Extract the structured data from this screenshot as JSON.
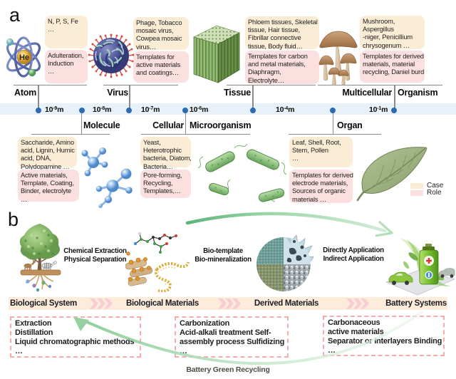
{
  "panel_a": {
    "label": "a",
    "atom_symbol": "He",
    "groups": [
      {
        "name_parts": [
          "Atom"
        ],
        "case_lines": [
          "N, P, S, Fe",
          "…"
        ],
        "role_lines": [
          "Adulteration,",
          "Induction",
          "…"
        ],
        "icon": "helium-atom"
      },
      {
        "name_parts": [
          "Virus"
        ],
        "case_lines": [
          "Phage, Tobacco",
          "mosaic virus,",
          "Cowpea mosaic",
          "virus…"
        ],
        "role_lines": [
          "Templates for",
          "active materials",
          "and coatings…"
        ],
        "icon": "virus-sphere"
      },
      {
        "name_parts": [
          "Tissue"
        ],
        "case_lines": [
          "Phloem tissues, Skeletal",
          "tissue, Hair tissue,",
          "Fibrillar connective",
          "tissue, Body fluid…"
        ],
        "role_lines": [
          "Templates for carbon",
          "and metal materials,",
          "Diaphragm,",
          "Electrolyte…"
        ],
        "icon": "porous-tissue-block"
      },
      {
        "name_parts": [
          "Multicellular",
          "Organism"
        ],
        "case_lines": [
          "Mushroom,",
          "Aspergillus",
          "-niger, Penicillium",
          "chrysogenum …"
        ],
        "role_lines": [
          "Templates for derived",
          "materials, material",
          "recycling, Daniel burd"
        ],
        "icon": "mushrooms"
      },
      {
        "name_parts": [
          "Molecule"
        ],
        "case_lines": [
          "Saccharide, Amino",
          "acid, Lignin, Humic",
          "acid, DNA,",
          "Polydopamine …"
        ],
        "role_lines": [
          "Active materials,",
          "Template, Coating,",
          "Binder, electrolyte",
          "…"
        ],
        "icon": "ball-stick-molecule"
      },
      {
        "name_parts": [
          "Cellular",
          "Microorganism"
        ],
        "case_lines": [
          "Yeast,",
          "Heterotrophic",
          "bacteria, Diatom,",
          "Bacteria…"
        ],
        "role_lines": [
          "Pore-forming,",
          "Recycling,",
          "Templates,…"
        ],
        "icon": "bacteria"
      },
      {
        "name_parts": [
          "Organ"
        ],
        "case_lines": [
          "Leaf, Shell, Root,",
          "Stem, Pollen",
          "…"
        ],
        "role_lines": [
          "Templates for derived",
          "electrode materials,",
          "Sources of organic",
          "materials …"
        ],
        "icon": "leaf"
      }
    ],
    "scale_labels": [
      {
        "base": "10",
        "exp": "-9",
        "unit": "m"
      },
      {
        "base": "10",
        "exp": "-8",
        "unit": "m"
      },
      {
        "base": "10",
        "exp": "-7",
        "unit": "m"
      },
      {
        "base": "10",
        "exp": "-6",
        "unit": "m"
      },
      {
        "base": "10",
        "exp": "-4",
        "unit": "m"
      },
      {
        "base": "10",
        "exp": "-1",
        "unit": "m"
      }
    ],
    "legend": {
      "case_label": "Case",
      "role_label": "Role",
      "case_color": "#fbecd5",
      "role_color": "#fcdfdf"
    }
  },
  "panel_b": {
    "label": "b",
    "stages": [
      "Biological System",
      "Biological Materials",
      "Derived Materials",
      "Battery Systems"
    ],
    "processes": [
      {
        "lines": [
          "Chemical Extraction",
          "Physical Separation"
        ]
      },
      {
        "lines": [
          "Bio-template",
          "Bio-mineralization"
        ]
      },
      {
        "lines": [
          "Directly Application",
          "Indirect Application"
        ]
      }
    ],
    "detail_boxes": [
      {
        "lines": [
          "Extraction",
          "Distillation",
          "Liquid chromatographic methods",
          "…"
        ]
      },
      {
        "lines": [
          "Carbonization",
          "Acid-alkali treatment Self-",
          "assembly process Sulfidizing",
          "…"
        ]
      },
      {
        "lines": [
          "Carbonaceous",
          "active materials",
          "Separator or interlayers Binding",
          "…"
        ]
      }
    ],
    "recycle_label": "Battery Green Recycling",
    "illustrations": [
      "biological-system-tree",
      "biological-materials-molecules",
      "derived-materials-sphere",
      "battery-systems-scene"
    ]
  },
  "colors": {
    "case_box": "#fbecd5",
    "role_box": "#fcdfdf",
    "scale_band": "#e8f1f9",
    "scale_dot": "#2a6cb0",
    "stage_bar": "#fcecd9",
    "chevron": "#f8ccd3",
    "dashed_border": "#f7abab",
    "arrow_green": "#5cb87a"
  }
}
